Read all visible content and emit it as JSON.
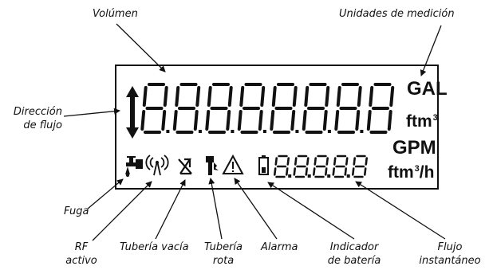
{
  "display": {
    "main_digits": "88888888",
    "secondary_digits": "88888",
    "units_volume": "GAL",
    "units_volume_alt_base": "ftm",
    "units_volume_alt_exp": "3",
    "units_flow": "GPM",
    "units_flow_alt_base": "ftm",
    "units_flow_alt_exp": "3",
    "units_flow_alt_suffix": "/h"
  },
  "callouts": {
    "volumen": "Volúmen",
    "unidades": "Unidades de medición",
    "direccion_line1": "Dirección",
    "direccion_line2": "de flujo",
    "fuga": "Fuga",
    "rf_line1": "RF",
    "rf_line2": "activo",
    "tuberia_vacia": "Tubería vacía",
    "tuberia_rota_line1": "Tubería",
    "tuberia_rota_line2": "rota",
    "alarma": "Alarma",
    "bateria_line1": "Indicador",
    "bateria_line2": "de batería",
    "flujo_line1": "Flujo",
    "flujo_line2": "instantáneo"
  },
  "icons": {
    "direction": "up-down-arrow-icon",
    "leak": "faucet-drip-icon",
    "rf": "rf-antenna-icon",
    "empty_pipe": "empty-pipe-icon",
    "broken_pipe": "broken-pipe-icon",
    "alarm": "warning-triangle-icon",
    "battery": "battery-icon"
  }
}
